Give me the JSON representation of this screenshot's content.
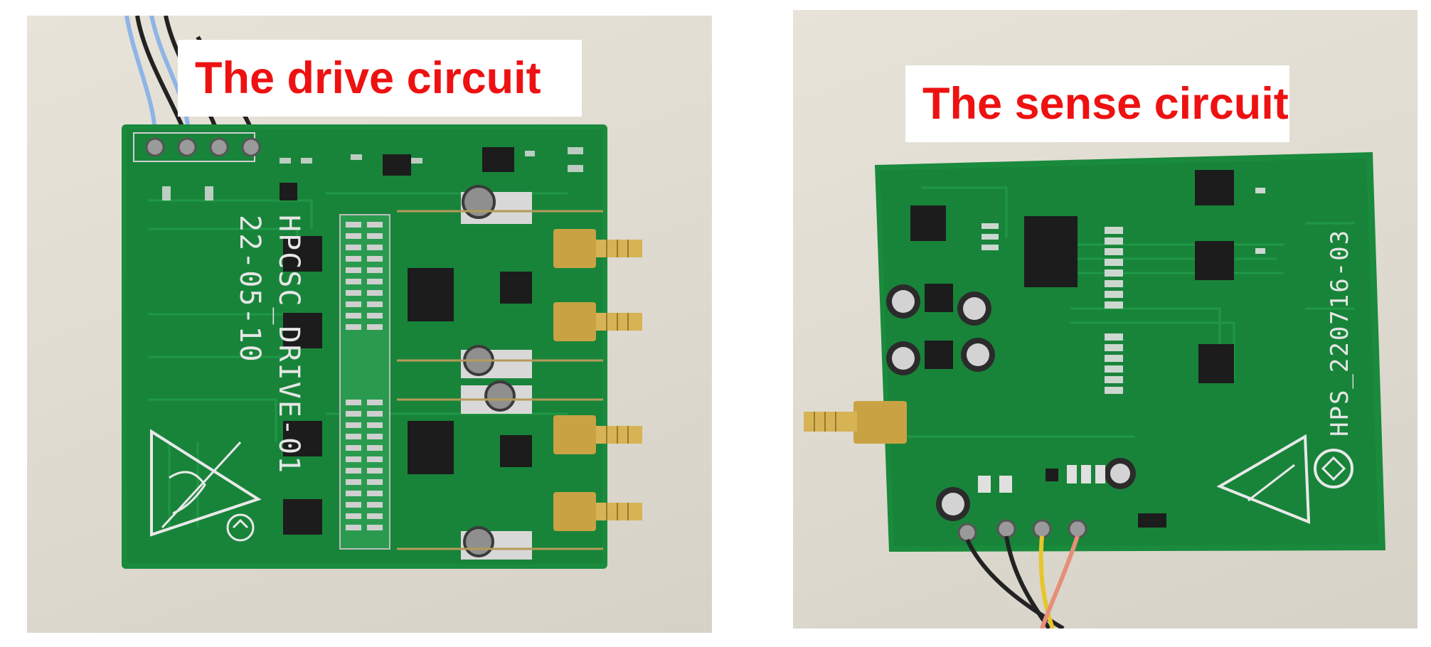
{
  "panels": {
    "left": {
      "caption": "The drive circuit",
      "board_silkscreen": [
        "HPCSC_DRIVE-01",
        "22-05-10"
      ]
    },
    "right": {
      "caption": "The sense circuit",
      "board_silkscreen": [
        "HPS_220716-03"
      ]
    }
  },
  "colors": {
    "caption_text": "#ee1111",
    "pcb_green": "#1a8a3c",
    "pcb_dark": "#136a2e",
    "connector_gold": "#c9a243",
    "background_desk": "#e2ded3"
  },
  "icons": [
    "esd-warning-triangle-icon",
    "recycle-logo-icon"
  ]
}
